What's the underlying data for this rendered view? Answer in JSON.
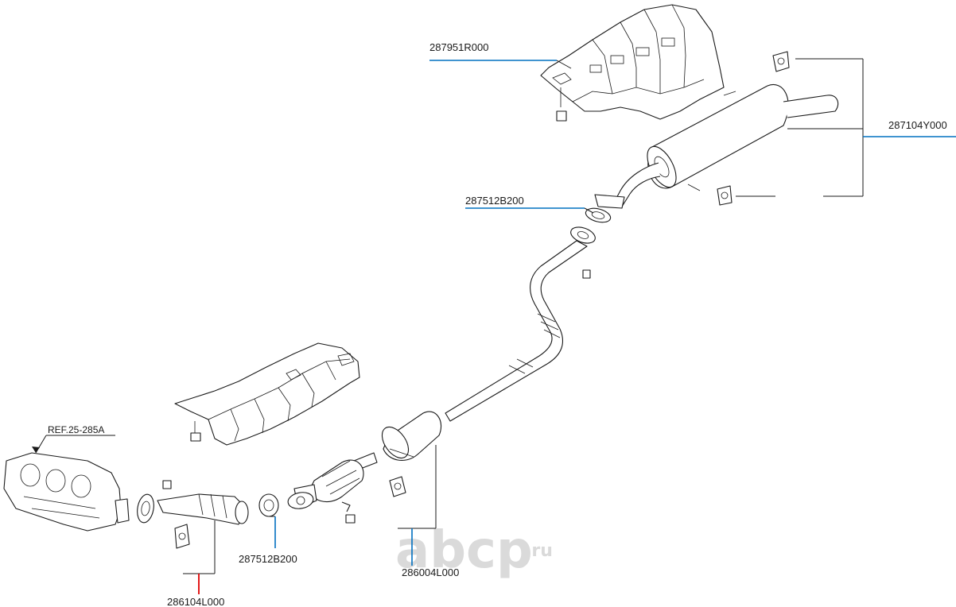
{
  "labels": {
    "heat_shield_rear": "287951R000",
    "muffler_rear": "287104Y000",
    "gasket_rear": "287512B200",
    "gasket_front": "287512B200",
    "center_pipe": "286004L000",
    "front_pipe": "286104L000",
    "reference": "REF.25-285A"
  },
  "watermark": {
    "brand": "abcp",
    "suffix": ".ru"
  },
  "colors": {
    "blue_leader": "#0070c0",
    "red_leader": "#e00000",
    "line": "#1a1a1a",
    "watermark": "#dadada"
  }
}
